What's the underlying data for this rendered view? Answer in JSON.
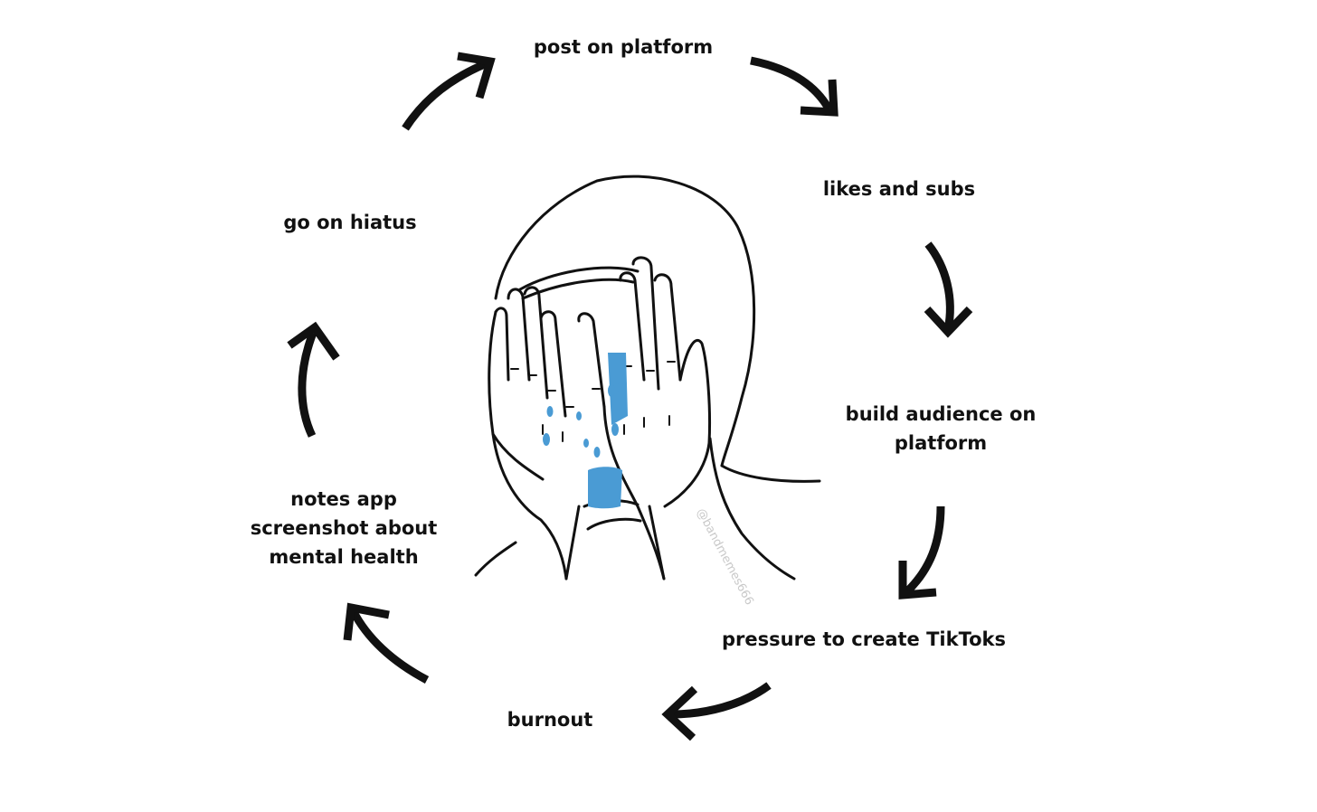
{
  "steps": [
    {
      "label": "post on platform"
    },
    {
      "label": "likes and subs"
    },
    {
      "label": "build audience on\nplatform"
    },
    {
      "label": "pressure to create TikToks"
    },
    {
      "label": "burnout"
    },
    {
      "label": "notes app\nscreenshot about\nmental health"
    },
    {
      "label": "go on hiatus"
    }
  ],
  "watermark": "@bandmemes666",
  "colors": {
    "text": "#111111",
    "arrow": "#111111",
    "line": "#111111",
    "tears": "#4a9bd4"
  }
}
